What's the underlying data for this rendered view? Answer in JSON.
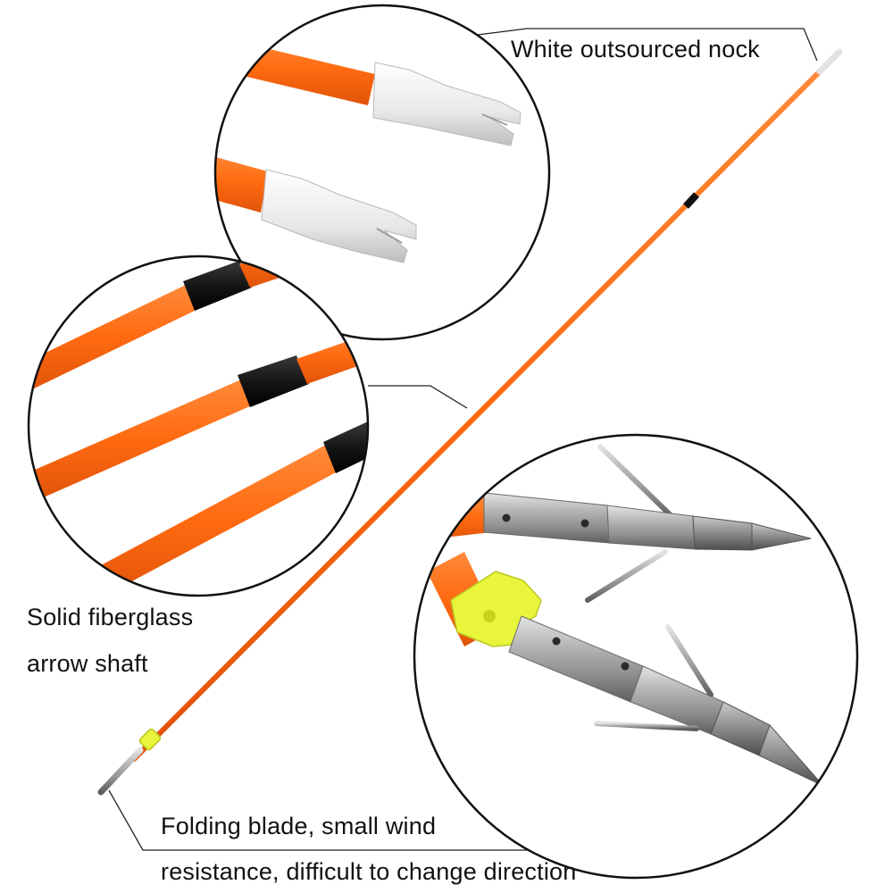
{
  "labels": {
    "nock": "White outsourced nock",
    "shaft_line1": "Solid fiberglass",
    "shaft_line2": "arrow shaft",
    "blade_line1": "Folding blade, small wind",
    "blade_line2": "resistance, difficult to change direction"
  },
  "colors": {
    "shaft": "#ff6a10",
    "tape": "#1a1a1a",
    "nock": "#eeeeee",
    "collar": "#e8f53a",
    "metal": "#a8a8a8"
  }
}
